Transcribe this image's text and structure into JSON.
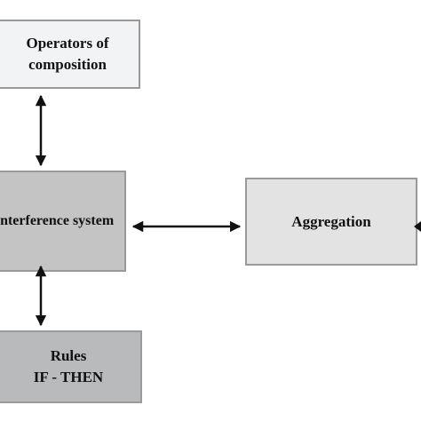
{
  "nodes": {
    "operators": {
      "line1": "Operators of",
      "line2": "composition"
    },
    "inference": {
      "label": "Interference system"
    },
    "aggregation": {
      "label": "Aggregation"
    },
    "rules": {
      "line1": "Rules",
      "line2": "IF - THEN"
    }
  },
  "colors": {
    "operators_fill": "#f2f3f5",
    "inference_fill": "#c4c4c4",
    "aggregation_fill": "#e3e3e3",
    "rules_fill": "#b9babb",
    "border": "#9a9a9a",
    "arrow": "#111111"
  }
}
